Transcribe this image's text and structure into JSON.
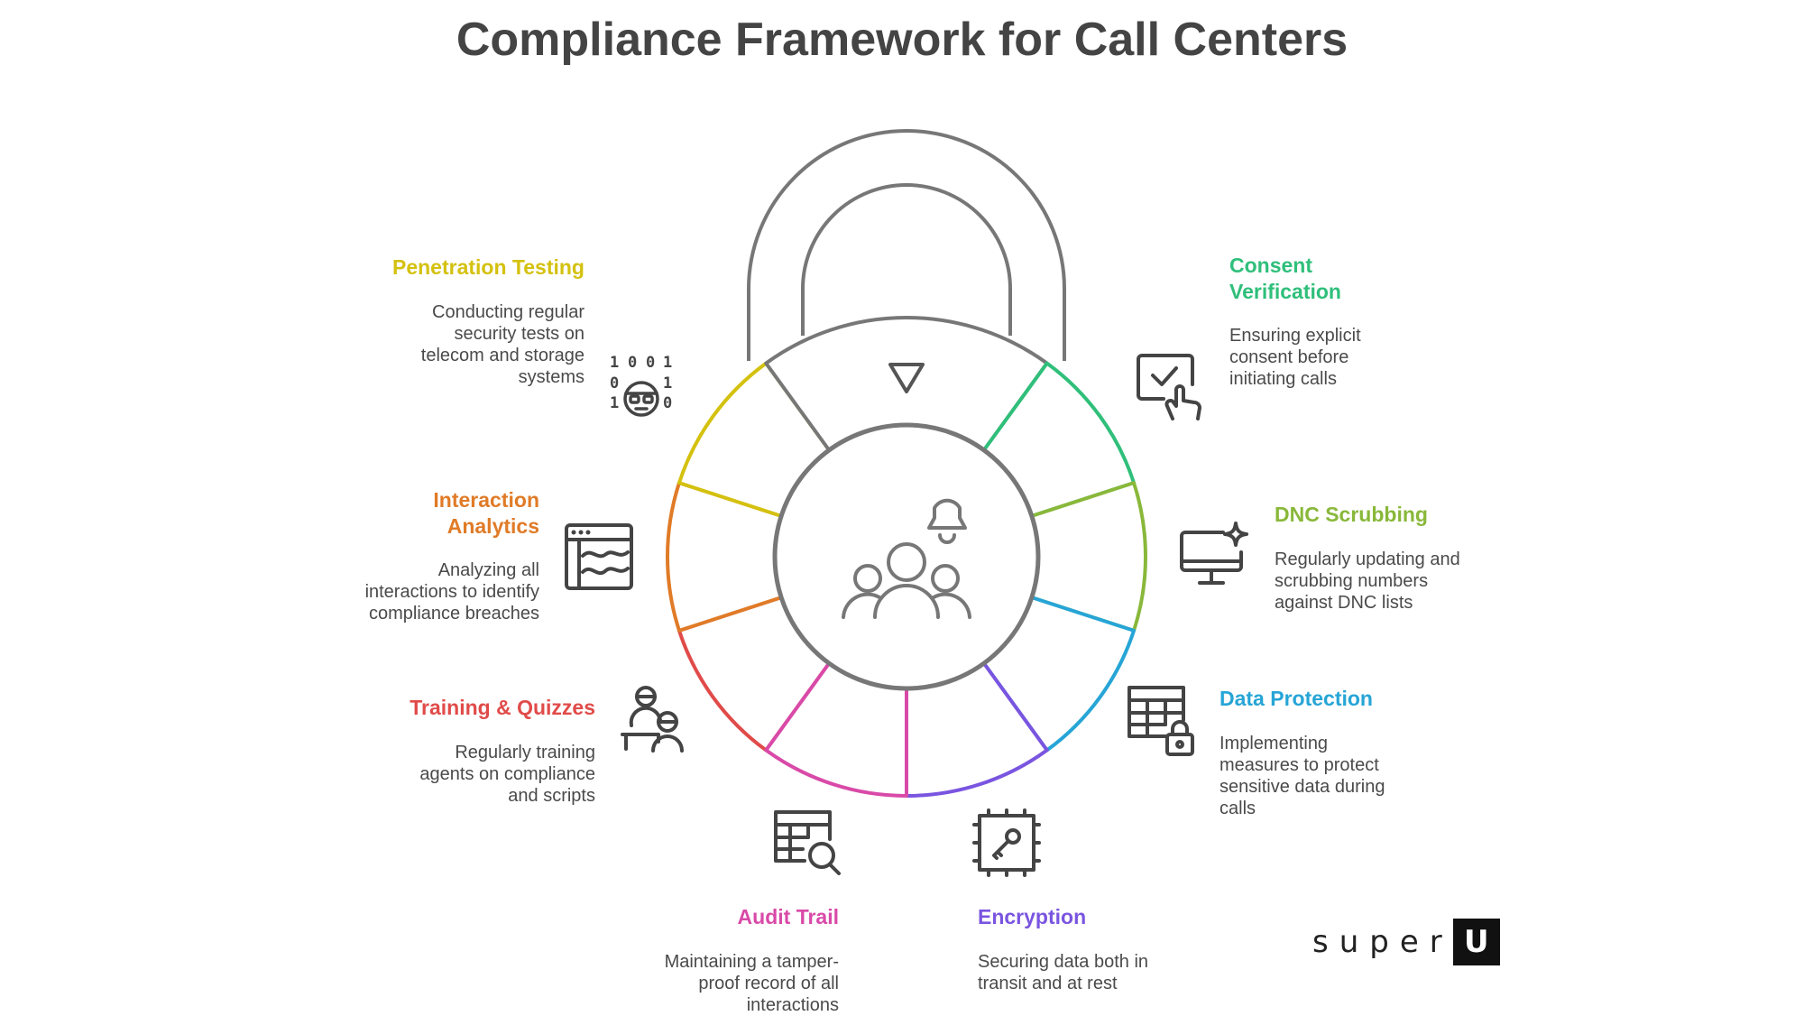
{
  "title": "Compliance Framework for Call Centers",
  "colors": {
    "penetration": "#d4c10f",
    "interaction": "#e07b27",
    "training": "#e04b49",
    "audit": "#d94aa8",
    "encryption": "#7a55e0",
    "data_protection": "#26a5d6",
    "dnc": "#89b83a",
    "consent": "#2fbf7a",
    "outline": "#777777"
  },
  "items": {
    "penetration": {
      "heading": "Penetration Testing",
      "desc": [
        "Conducting regular",
        "security tests on",
        "telecom and storage",
        "systems"
      ],
      "icon": "binary-hacker-icon"
    },
    "interaction": {
      "heading": [
        "Interaction",
        "Analytics"
      ],
      "desc": [
        "Analyzing all",
        "interactions to identify",
        "compliance breaches"
      ],
      "icon": "analytics-window-icon"
    },
    "training": {
      "heading": "Training & Quizzes",
      "desc": [
        "Regularly training",
        "agents on compliance",
        "and scripts"
      ],
      "icon": "teacher-student-icon"
    },
    "audit": {
      "heading": "Audit Trail",
      "desc": [
        "Maintaining a tamper-",
        "proof record of all",
        "interactions"
      ],
      "icon": "table-search-icon"
    },
    "encryption": {
      "heading": "Encryption",
      "desc": [
        "Securing data both in",
        "transit and at rest"
      ],
      "icon": "chip-key-icon"
    },
    "data_protection": {
      "heading": "Data Protection",
      "desc": [
        "Implementing",
        "measures to protect",
        "sensitive data during",
        "calls"
      ],
      "icon": "table-lock-icon"
    },
    "dnc": {
      "heading": "DNC Scrubbing",
      "desc": [
        "Regularly updating and",
        "scrubbing numbers",
        "against DNC lists"
      ],
      "icon": "monitor-sparkle-icon"
    },
    "consent": {
      "heading": [
        "Consent",
        "Verification"
      ],
      "desc": [
        "Ensuring explicit",
        "consent before",
        "initiating calls"
      ],
      "icon": "checkbox-tap-icon"
    }
  },
  "logo": {
    "text": "super",
    "box": "U"
  }
}
